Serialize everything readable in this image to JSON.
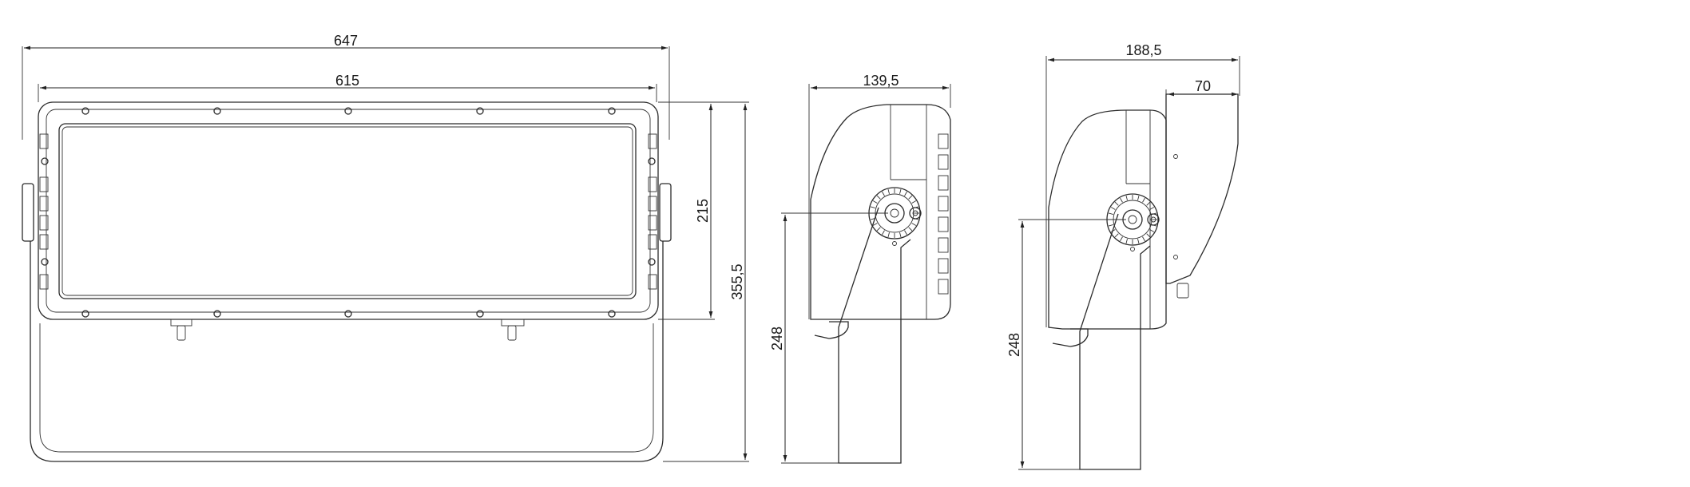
{
  "drawing": {
    "front_view": {
      "overall_width": "647",
      "housing_width": "615",
      "lens_height": "215",
      "overall_height": "355,5"
    },
    "side_view_tilted": {
      "depth": "139,5",
      "pivot_height": "248"
    },
    "side_view_mounted": {
      "depth": "188,5",
      "bracket_depth": "70",
      "pivot_height": "248"
    }
  }
}
